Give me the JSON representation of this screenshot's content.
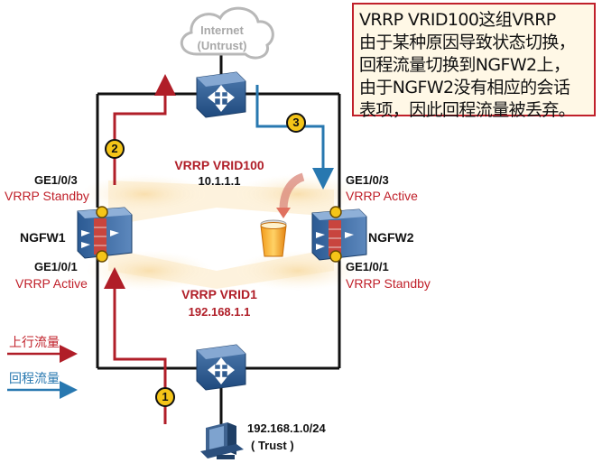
{
  "cloud": {
    "line1": "Internet",
    "line2": "(Untrust)"
  },
  "note": {
    "lines": [
      "VRRP VRID100这组VRRP",
      "由于某种原因导致状态切换，",
      "回程流量切换到NGFW2上，",
      "由于NGFW2没有相应的会话",
      "表项，因此回程流量被丢弃。"
    ]
  },
  "ngfw1": {
    "name": "NGFW1",
    "top_port": "GE1/0/3",
    "top_state": "VRRP Standby",
    "bottom_port": "GE1/0/1",
    "bottom_state": "VRRP Active"
  },
  "ngfw2": {
    "name": "NGFW2",
    "top_port": "GE1/0/3",
    "top_state": "VRRP Active",
    "bottom_port": "GE1/0/1",
    "bottom_state": "VRRP Standby"
  },
  "vrrp_top": {
    "name": "VRRP VRID100",
    "ip": "10.1.1.1"
  },
  "vrrp_bottom": {
    "name": "VRRP VRID1",
    "ip": "192.168.1.1"
  },
  "steps": {
    "one": "1",
    "two": "2",
    "three": "3"
  },
  "legend": {
    "upstream": "上行流量",
    "return": "回程流量"
  },
  "trust": {
    "subnet": "192.168.1.0/24",
    "zone": "( Trust )"
  },
  "colors": {
    "upstream": "#b01e28",
    "return": "#2878b0",
    "badge": "#f5c518",
    "note_border": "#c0202a"
  }
}
